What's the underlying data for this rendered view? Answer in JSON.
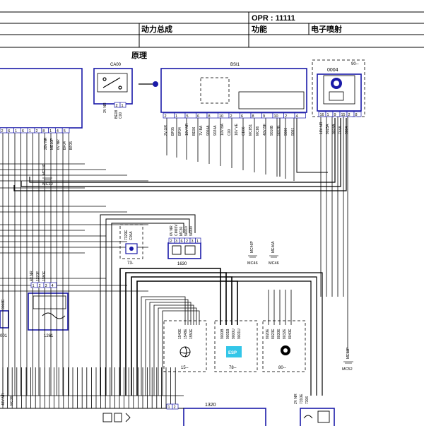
{
  "header": {
    "opr": "OPR : 11111",
    "title": "动力总成",
    "function_label": "功能",
    "function_value": "电子喷射",
    "section": "原理"
  },
  "modules": {
    "ca00": "CA00",
    "bsi1": "BSI1",
    "m0004": "0004",
    "m0004_tag": "90--",
    "m1630": "1630",
    "m1261": "1261",
    "m1320": "1320",
    "m73": "73-",
    "m15": "15--",
    "m78": "78--",
    "m80": "80--",
    "m001": "001"
  },
  "grounds": {
    "mc10": "MC10",
    "me10p": "ME10P",
    "mc46a": "MC46",
    "mc46b": "MC46",
    "mc46p": "MC46P",
    "me46a": "ME46A",
    "mc52": "MC52",
    "me52p": "ME52P"
  },
  "pins": {
    "ca00": [
      "2",
      "1"
    ],
    "bsi1": [
      "2",
      "1",
      "5",
      "6",
      "8",
      "10",
      "2",
      "6",
      "8",
      "9",
      "10",
      "2",
      "4"
    ],
    "m0004": [
      "16",
      "1",
      "9",
      "15",
      "2",
      "8"
    ],
    "m1630": [
      "2",
      "3",
      "6",
      "2",
      "3",
      "1"
    ],
    "m1261": [
      "1",
      "2",
      "3",
      "4"
    ],
    "m1320": [
      "1",
      "2"
    ],
    "left_connector": [
      "2",
      "6",
      "1",
      "6",
      "1",
      "2",
      "8",
      "1",
      "4",
      "5"
    ]
  },
  "wires": {
    "ca00_a": "3V NR",
    "ca00_b": "BE08",
    "ca00_c": "C00",
    "bsi_a": "2V GR",
    "bsi_b": "BF05",
    "bsi_c": "BF04",
    "bsi_d": "10V NR",
    "bsi_e": "BE06",
    "bsi_f": "7V BA",
    "bsi_g": "9004A",
    "bsi_h": "9024A",
    "bsi_i": "10V BA",
    "bsi_j": "C00",
    "bsi_k": "16V VE",
    "bsi_l": "CE06",
    "bsi_m": "MC851",
    "bsi_n": "MC86",
    "bsi_o": "40V BE",
    "bsi_p": "9010B",
    "bsi_q": "9012B",
    "bsi_r": "9000",
    "bsi_s": "9001",
    "m0004_a": "18V NR",
    "m0004_b": "9025A",
    "m0004_c": "9024A",
    "m0004_d": "744A",
    "m0004_e": "9004",
    "left_a": "28V NR",
    "left_b": "ME10P",
    "left_c": "6V NR",
    "left_d": "BF04",
    "left_e": "BF05",
    "m1630_a": "6V NR",
    "m1630_b": "CM65V",
    "m1630_c": "MC30",
    "m1630_d": "9001V",
    "m1630_e": "9000V",
    "m73_a": "7329E",
    "m73_b": "C00A",
    "m1261_a": "4V NR",
    "m1261_b": "1370E",
    "m1261_c": "1380E",
    "left9008": "9008E",
    "m15_a": "1540E",
    "m15_b": "1548E",
    "m15_c": "1550E",
    "m78_a": "9000B",
    "m78_b": "9001B",
    "m78_c": "9000U",
    "m78_d": "9001U",
    "m80_a": "8020E",
    "m80_b": "8023E",
    "m80_c": "8030E",
    "m80_d": "8032E",
    "m80_e": "8040E",
    "m1320_a": "2V NR",
    "m1320_b": "7310E",
    "m1320_c": "7306",
    "bottom_a": "48V NR",
    "bottom_b": "MC36",
    "esp": "ESP"
  }
}
